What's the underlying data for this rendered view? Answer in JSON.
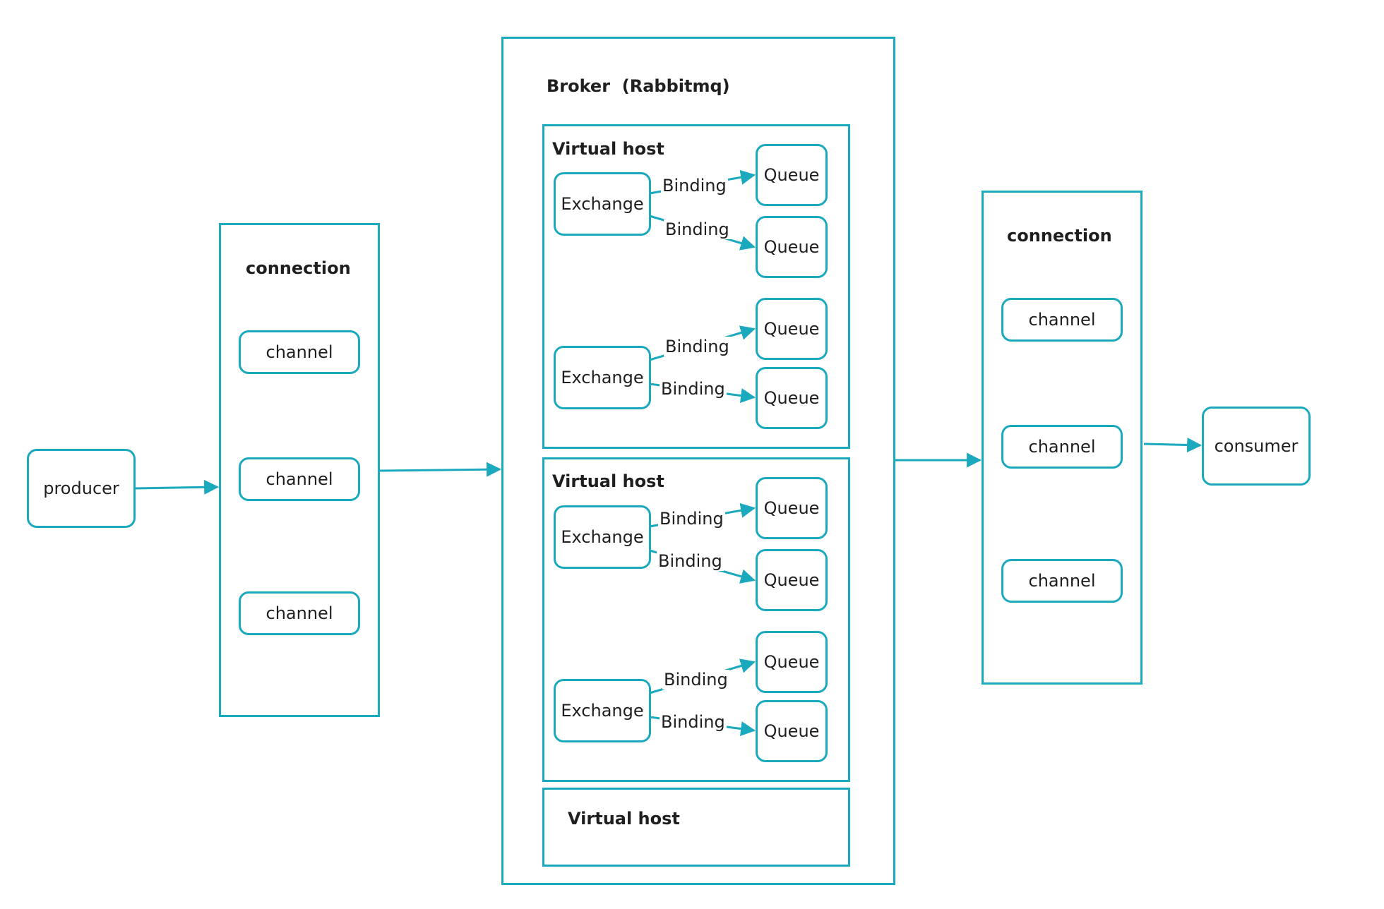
{
  "colors": {
    "accent": "#1aa9bd",
    "text": "#1f1f1f",
    "background": "#ffffff"
  },
  "producer": {
    "label": "producer"
  },
  "producer_connection": {
    "title": "connection",
    "channels": [
      "channel",
      "channel",
      "channel"
    ]
  },
  "broker": {
    "title": "Broker  (Rabbitmq)",
    "vhosts": [
      {
        "title": "Virtual host",
        "exchanges": [
          {
            "label": "Exchange",
            "bindings": [
              "Binding",
              "Binding"
            ],
            "queues": [
              "Queue",
              "Queue"
            ]
          },
          {
            "label": "Exchange",
            "bindings": [
              "Binding",
              "Binding"
            ],
            "queues": [
              "Queue",
              "Queue"
            ]
          }
        ]
      },
      {
        "title": "Virtual host",
        "exchanges": [
          {
            "label": "Exchange",
            "bindings": [
              "Binding",
              "Binding"
            ],
            "queues": [
              "Queue",
              "Queue"
            ]
          },
          {
            "label": "Exchange",
            "bindings": [
              "Binding",
              "Binding"
            ],
            "queues": [
              "Queue",
              "Queue"
            ]
          }
        ]
      },
      {
        "title": "Virtual host",
        "exchanges": []
      }
    ]
  },
  "consumer_connection": {
    "title": "connection",
    "channels": [
      "channel",
      "channel",
      "channel"
    ]
  },
  "consumer": {
    "label": "consumer"
  }
}
